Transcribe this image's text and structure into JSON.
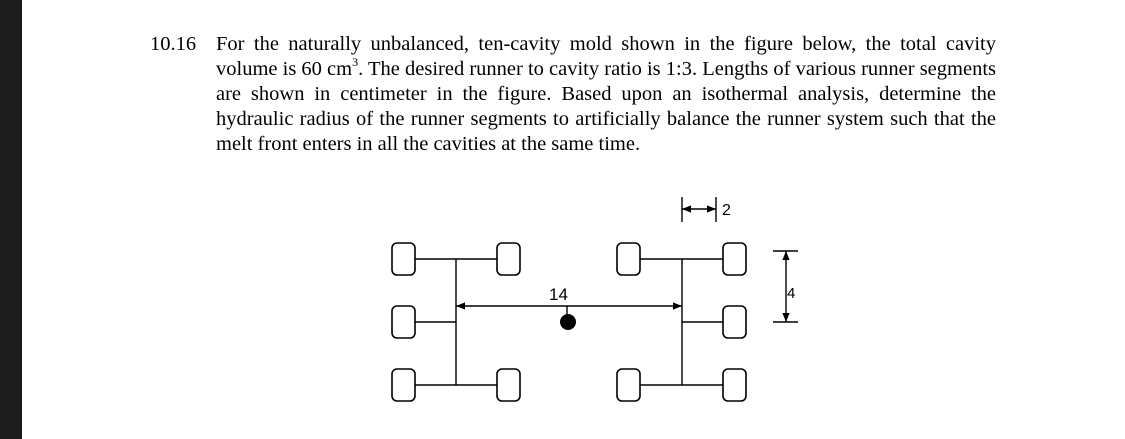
{
  "problem": {
    "number": "10.16",
    "text_parts": [
      "For the naturally unbalanced, ten-cavity mold shown in the figure below, the total cavity volume is 60 cm",
      "3",
      ". The desired runner to cavity ratio is 1:3. Lengths of various runner segments are shown in centimeter in the figure. Based upon an isothermal analysis, determine the hydraulic radius of the runner segments to artificially balance the runner system such that the melt front enters in all the cavities at the same time."
    ]
  },
  "figure": {
    "dim_labels": {
      "horizontal_runner": "14",
      "cavity_offset": "2",
      "vertical_spacing": "4"
    }
  }
}
